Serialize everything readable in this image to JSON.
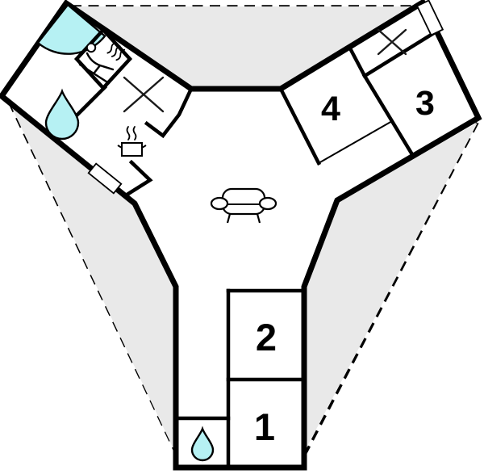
{
  "diagram": {
    "type": "holiday-home floor plan",
    "colors": {
      "water": "#b6f1f3",
      "plot_shade": "#e9e9e9",
      "wall": "#000000",
      "floor": "#ffffff"
    },
    "rooms": [
      {
        "id": "room-1",
        "label": "1"
      },
      {
        "id": "room-2",
        "label": "2"
      },
      {
        "id": "room-3",
        "label": "3"
      },
      {
        "id": "room-4",
        "label": "4"
      }
    ],
    "icons": [
      "corner-bath",
      "water-drop-large",
      "water-drop-small",
      "sauna-person",
      "steam",
      "stove-pot",
      "sofa",
      "cross-mark-left-wing",
      "cross-mark-right-wing",
      "entrance-door-left",
      "entrance-door-right"
    ]
  }
}
